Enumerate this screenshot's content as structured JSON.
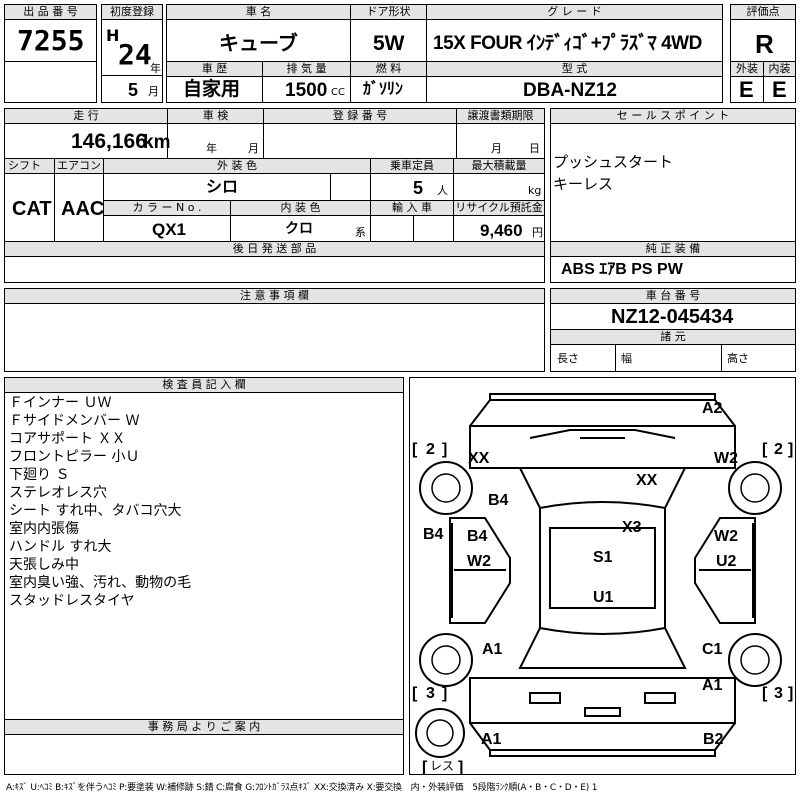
{
  "header_labels": {
    "lot_no": "出 品 番 号",
    "first_reg": "初度登録",
    "car_name": "車 名",
    "door": "ドア形状",
    "grade": "グ レ ー ド",
    "score": "評価点",
    "history": "車 歴",
    "displacement": "排 気 量",
    "fuel": "燃 料",
    "model": "型 式",
    "exterior": "外装",
    "interior": "内装",
    "mileage": "走 行",
    "inspection": "車 検",
    "reg_no": "登 録 番 号",
    "transfer_deadline": "譲渡書類期限",
    "sales_point": "セ ー ル ス ポ イ ン ト",
    "shift": "シフト",
    "aircon": "エアコン",
    "ext_color": "外 装 色",
    "capacity": "乗車定員",
    "max_load": "最大積載量",
    "color_no": "カ ラ ー N o .",
    "int_color": "内 装 色",
    "import": "輸 入 車",
    "recycle": "リサイクル預託金",
    "later_parts": "後 日 発 送 部 品",
    "standard_equipment": "純 正 装 備",
    "notes": "注 意 事 項 欄",
    "chassis_no": "車 台 番 号",
    "dimensions": "諸 元",
    "inspector_notes": "検 査 員 記 入 欄",
    "office_notice": "事 務 局 よ り ご 案 内"
  },
  "lot_no": "7255",
  "era_letter": "H",
  "year": "24",
  "year_unit": "年",
  "month": "5",
  "month_unit": "月",
  "car_name": "キューブ",
  "door": "5W",
  "grade": "15X FOUR ｲﾝﾃﾞｨｺﾞ+ﾌﾟﾗｽﾞﾏ 4WD",
  "score": "R",
  "history": "自家用",
  "displacement": "1500",
  "cc_unit": "CC",
  "fuel": "ｶﾞｿﾘﾝ",
  "model": "DBA-NZ12",
  "exterior": "E",
  "interior": "E",
  "mileage": "146,166",
  "km_unit": "km",
  "insp_year_unit": "年",
  "insp_month_unit": "月",
  "deadline_month_unit": "月",
  "deadline_day_unit": "日",
  "shift": "CAT",
  "aircon": "AAC",
  "ext_color": "シロ",
  "capacity": "5",
  "capacity_unit": "人",
  "load_unit": "kg",
  "color_no": "QX1",
  "int_color": "クロ",
  "int_color_unit": "系",
  "recycle": "9,460",
  "yen_unit": "円",
  "sales_points": [
    "プッシュスタート",
    "キーレス"
  ],
  "standard_equipment": "ABS ｴｱB PS PW",
  "chassis_no": "NZ12-045434",
  "dim_labels": {
    "length": "長さ",
    "width": "幅",
    "height": "高さ"
  },
  "inspector_notes": [
    "Ｆインナー ＵＷ",
    "Ｆサイドメンバー Ｗ",
    "コアサポート ＸＸ",
    "フロントピラー 小Ｕ",
    "下廻り Ｓ",
    "ステレオレス穴",
    "シート すれ中、タバコ穴大",
    "室内内張傷",
    "ハンドル すれ大",
    "天張しみ中",
    "室内臭い強、汚れ、動物の毛",
    "スタッドレスタイヤ"
  ],
  "diagram_marks": {
    "front_right": "A2",
    "left_front_tire": "XX",
    "right_front_tire": "W2",
    "hood": "XX",
    "left_front_fender": "B4",
    "left_a_pillar": "B4",
    "left_front_door_a": "B4",
    "left_front_door_b": "W2",
    "windshield": "X3",
    "right_front_door_a": "W2",
    "right_front_door_b": "U2",
    "roof_front": "S1",
    "roof_rear": "U1",
    "left_rear": "A1",
    "right_rear_quarter": "C1",
    "right_rear_tire": "A1",
    "rear_left": "A1",
    "rear_right": "B2",
    "side_count_tl": "2",
    "side_count_tr": "2",
    "side_count_bl": "3",
    "side_count_br": "3",
    "spare": "レス"
  },
  "legend": "A:ｷｽﾞ U:ﾍｺﾐ B:ｷｽﾞを伴うﾍｺﾐ P:要塗装 W:補修跡 S:錆 C:腐食 G:ﾌﾛﾝﾄｶﾞﾗｽ点ｷｽﾞ XX:交換済み X:要交換　内・外装評価　5段階ﾗﾝｸ順(A・B・C・D・E) 1"
}
